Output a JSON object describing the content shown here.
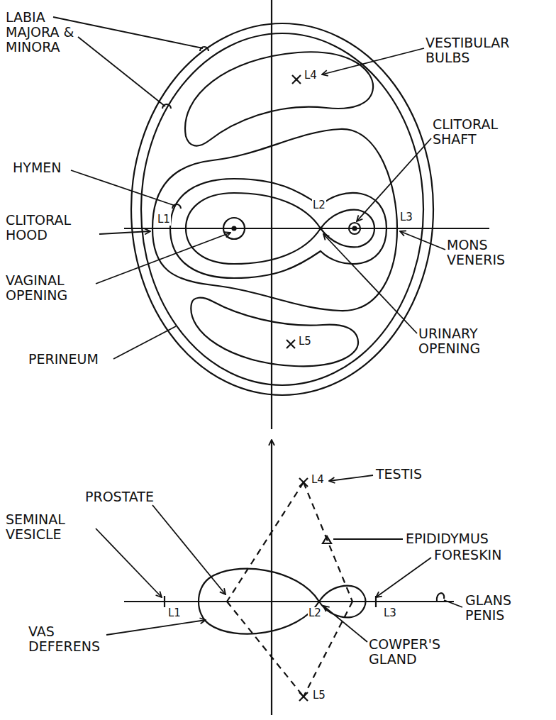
{
  "diagram": {
    "labels": [
      "LABIA MAJORA & MINORA",
      "VESTIBULAR BULBS",
      "HYMEN",
      "CLITORAL SHAFT",
      "CLITORAL HOOD",
      "L1",
      "L2",
      "L3",
      "L4",
      "L5",
      "MONS VENERIS",
      "VAGINAL OPENING",
      "URINARY OPENING",
      "PERINEUM",
      "TESTIS",
      "PROSTATE",
      "EPIDIDYMUS",
      "SEMINAL VESICLE",
      "FORESKIN",
      "GLANS PENIS",
      "L1",
      "L2",
      "L3",
      "L4",
      "L5",
      "VAS DEFERENS",
      "COWPER'S GLAND"
    ]
  }
}
